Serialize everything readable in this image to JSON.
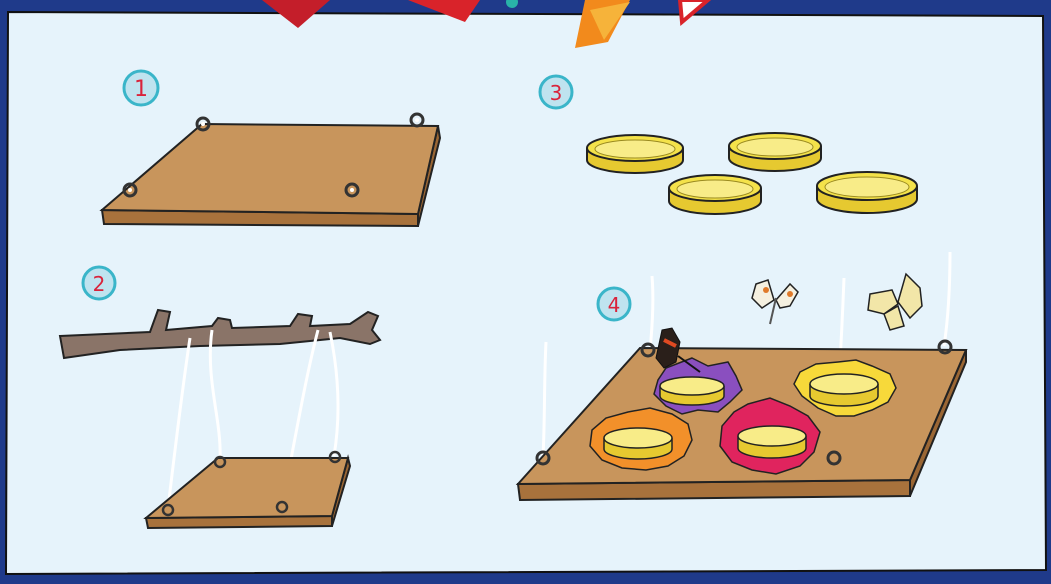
{
  "steps": [
    {
      "number": "1"
    },
    {
      "number": "2"
    },
    {
      "number": "3"
    },
    {
      "number": "4"
    }
  ],
  "colors": {
    "background_border": "#1f3a8a",
    "panel": "#e6f3fb",
    "wood": "#c8955c",
    "wood_side": "#a8723c",
    "branch": "#8a7468",
    "lid_yellow": "#f4e24a",
    "lid_inner": "#f8ec88",
    "flower_purple": "#8a4fbf",
    "flower_orange": "#f2902a",
    "flower_pink": "#e0245e",
    "flower_yellow": "#f7d93a",
    "badge_ring": "#3ab5c9",
    "badge_number": "#d9233b"
  },
  "icons": [
    "bunting-flag-icon",
    "eye-screw-icon",
    "butterfly-icon",
    "flower-icon",
    "jar-lid-icon",
    "branch-icon",
    "string-icon"
  ]
}
